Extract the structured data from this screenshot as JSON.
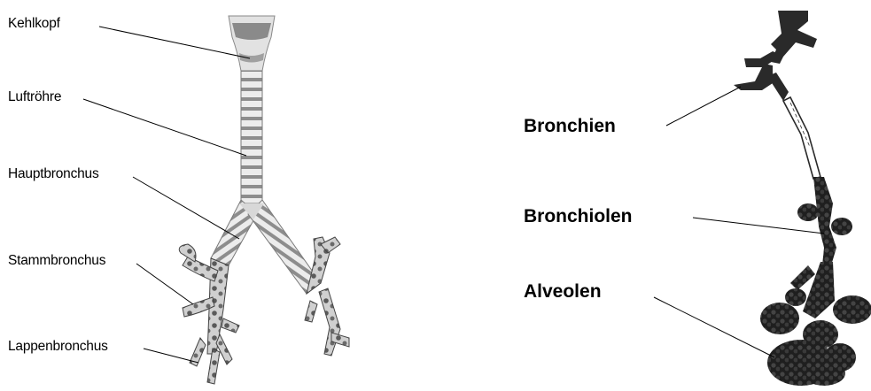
{
  "labels": {
    "left": [
      "Kehlkopf",
      "Luftröhre",
      "Hauptbronchus",
      "Stammbronchus",
      "Lappenbronchus"
    ],
    "right": [
      "Bronchien",
      "Bronchiolen",
      "Alveolen"
    ]
  },
  "colors": {
    "cartilage": "#9a9a9a",
    "dark_tissue": "#2e2e2e",
    "lung_light": "#d6d6d6",
    "background": "#ffffff"
  }
}
